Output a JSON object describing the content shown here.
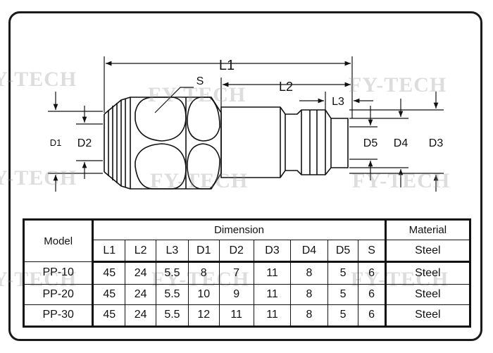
{
  "watermark": "FY-TECH",
  "labels": {
    "l1": "L1",
    "l2": "L2",
    "l3": "L3",
    "s": "S",
    "d1": "D1",
    "d2": "D2",
    "d3": "D3",
    "d4": "D4",
    "d5": "D5"
  },
  "table": {
    "model_header": "Model",
    "dimension_header": "Dimension",
    "material_header": "Material",
    "columns": [
      "L1",
      "L2",
      "L3",
      "D1",
      "D2",
      "D3",
      "D4",
      "D5",
      "S"
    ],
    "material_subheader": "Steel",
    "rows": [
      {
        "model": "PP-10",
        "values": [
          "45",
          "24",
          "5.5",
          "8",
          "7",
          "11",
          "8",
          "5",
          "6"
        ],
        "material": "Steel"
      },
      {
        "model": "PP-20",
        "values": [
          "45",
          "24",
          "5.5",
          "10",
          "9",
          "11",
          "8",
          "5",
          "6"
        ],
        "material": "Steel"
      },
      {
        "model": "PP-30",
        "values": [
          "45",
          "24",
          "5.5",
          "12",
          "11",
          "11",
          "8",
          "5",
          "6"
        ],
        "material": "Steel"
      }
    ]
  }
}
